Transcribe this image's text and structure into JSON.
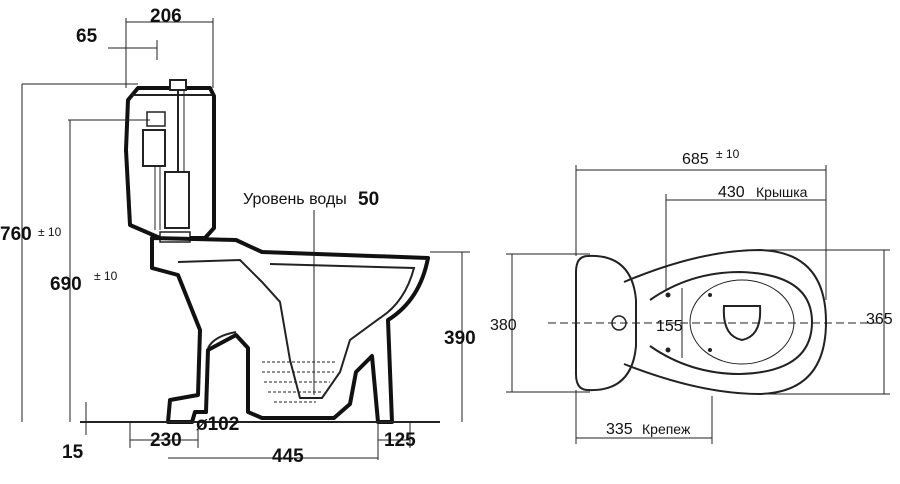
{
  "side_view": {
    "dims": {
      "tank_width": "206",
      "tank_offset": "65",
      "total_height": "760",
      "total_height_tol": "± 10",
      "seat_height": "690",
      "seat_height_tol": "± 10",
      "bowl_height": "390",
      "base_offset": "15",
      "outlet_offset": "230",
      "outlet_diameter": "ø102",
      "bowl_length": "445",
      "front_overhang": "125"
    },
    "water_level_label": "Уровень воды",
    "water_level_value": "50"
  },
  "top_view": {
    "dims": {
      "total_length": "685",
      "total_length_tol": "± 10",
      "lid_length": "430",
      "lid_label": "Крышка",
      "width_left": "380",
      "width_right": "365",
      "bolt_spacing": "155",
      "mount_distance": "335",
      "mount_label": "Крепеж"
    }
  },
  "colors": {
    "ink": "#111111",
    "background": "#ffffff"
  }
}
